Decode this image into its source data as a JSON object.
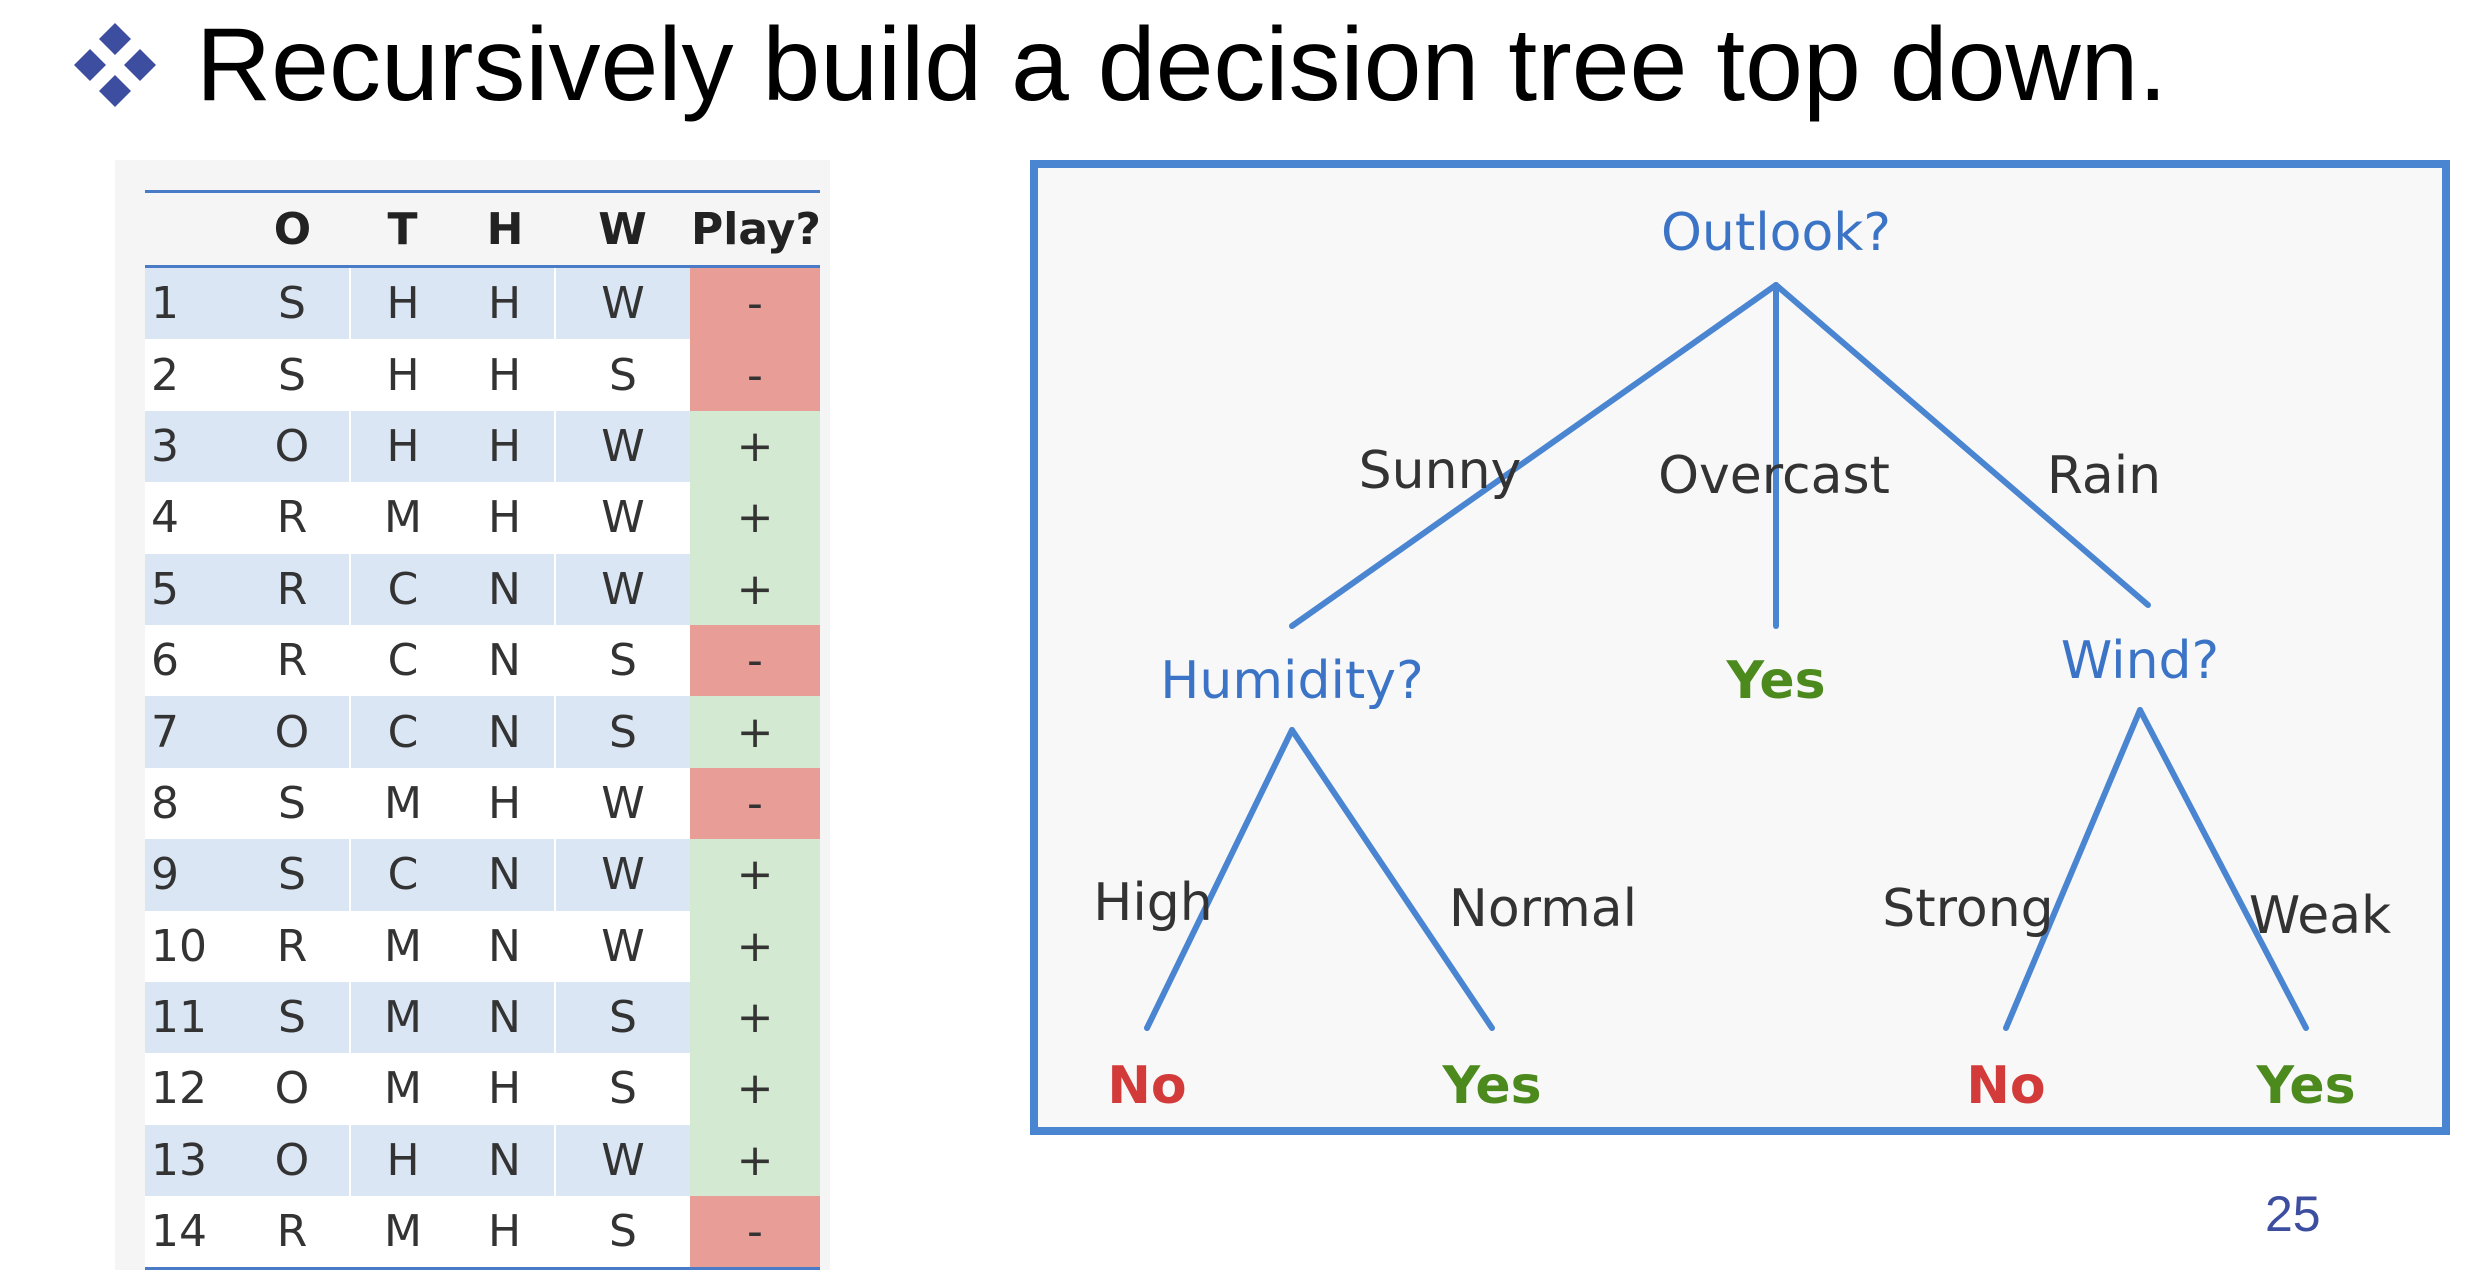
{
  "title": "Recursively build a decision tree top down.",
  "colors": {
    "accent": "#4a85d1",
    "node_text": "#3b74c6",
    "yes": "#4c8a1e",
    "no": "#d33a3a",
    "negative_cell": "#e89d97",
    "positive_cell": "#d4e9d1",
    "band": "#dbe6f5"
  },
  "table": {
    "headers": [
      "",
      "O",
      "T",
      "H",
      "W",
      "Play?"
    ],
    "rows": [
      [
        "1",
        "S",
        "H",
        "H",
        "W",
        "-"
      ],
      [
        "2",
        "S",
        "H",
        "H",
        "S",
        "-"
      ],
      [
        "3",
        "O",
        "H",
        "H",
        "W",
        "+"
      ],
      [
        "4",
        "R",
        "M",
        "H",
        "W",
        "+"
      ],
      [
        "5",
        "R",
        "C",
        "N",
        "W",
        "+"
      ],
      [
        "6",
        "R",
        "C",
        "N",
        "S",
        "-"
      ],
      [
        "7",
        "O",
        "C",
        "N",
        "S",
        "+"
      ],
      [
        "8",
        "S",
        "M",
        "H",
        "W",
        "-"
      ],
      [
        "9",
        "S",
        "C",
        "N",
        "W",
        "+"
      ],
      [
        "10",
        "R",
        "M",
        "N",
        "W",
        "+"
      ],
      [
        "11",
        "S",
        "M",
        "N",
        "S",
        "+"
      ],
      [
        "12",
        "O",
        "M",
        "H",
        "S",
        "+"
      ],
      [
        "13",
        "O",
        "H",
        "N",
        "W",
        "+"
      ],
      [
        "14",
        "R",
        "M",
        "H",
        "S",
        "-"
      ]
    ]
  },
  "tree": {
    "root": "Outlook?",
    "edges": {
      "sunny": "Sunny",
      "overcast": "Overcast",
      "rain": "Rain",
      "high": "High",
      "normal": "Normal",
      "strong": "Strong",
      "weak": "Weak"
    },
    "nodes": {
      "humidity": "Humidity?",
      "overcast_leaf": "Yes",
      "wind": "Wind?",
      "high_leaf": "No",
      "normal_leaf": "Yes",
      "strong_leaf": "No",
      "weak_leaf": "Yes"
    }
  },
  "page_number": "25"
}
